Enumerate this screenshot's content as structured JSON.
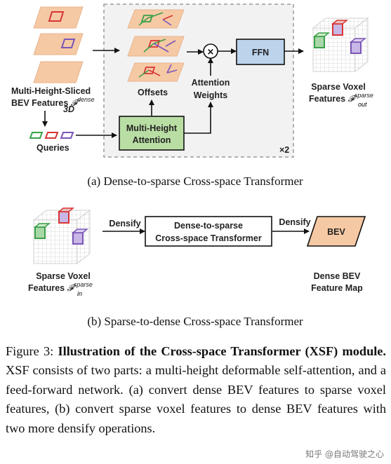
{
  "part_a": {
    "input_label_line1": "Multi-Height-Sliced",
    "input_label_line2": "BEV Features ",
    "input_math_base": "𝓕",
    "input_math_sup": "dense",
    "input_math_sub": "3D",
    "queries_label": "Queries",
    "offsets_label": "Offsets",
    "attention_box_line1": "Multi-Height",
    "attention_box_line2": "Attention",
    "attn_weights_line1": "Attention",
    "attn_weights_line2": "Weights",
    "multiply_symbol": "×",
    "ffn_label": "FFN",
    "repeat_label": "×2",
    "output_label_line1": "Sparse Voxel",
    "output_label_line2": "Features ",
    "output_math_base": "𝓕",
    "output_math_sup": "sparse",
    "output_math_sub": "out",
    "caption": "(a) Dense-to-sparse Cross-space Transformer"
  },
  "part_b": {
    "input_label_line1": "Sparse Voxel",
    "input_label_line2": "Features ",
    "input_math_base": "𝓕",
    "input_math_sup": "sparse",
    "input_math_sub": "in",
    "densify1_label": "Densify",
    "transformer_line1": "Dense-to-sparse",
    "transformer_line2": "Cross-space Transformer",
    "densify2_label": "Densify",
    "bev_label": "BEV",
    "output_label_line1": "Dense BEV",
    "output_label_line2": "Feature Map",
    "caption": "(b) Sparse-to-dense Cross-space Transformer"
  },
  "figure_caption": {
    "prefix": "Figure 3: ",
    "bold_text": "Illustration of the Cross-space Transformer (XSF) module.",
    "body": " XSF consists of two parts: a multi-height deformable self-attention, and a feed-forward network. (a) convert dense BEV features to sparse voxel features, (b) convert sparse voxel features to dense BEV features with two more densify operations."
  },
  "watermark": "知乎 @自动驾驶之心",
  "colors": {
    "plane": "#f6c9a5",
    "green": "#3aa04a",
    "red": "#d73535",
    "purple": "#7a55b8",
    "attention_fill": "#b9dea4",
    "ffn_fill": "#bcd3ec",
    "bev_fill": "#f6c9a5",
    "dashed_region": "#f2f2f2"
  }
}
